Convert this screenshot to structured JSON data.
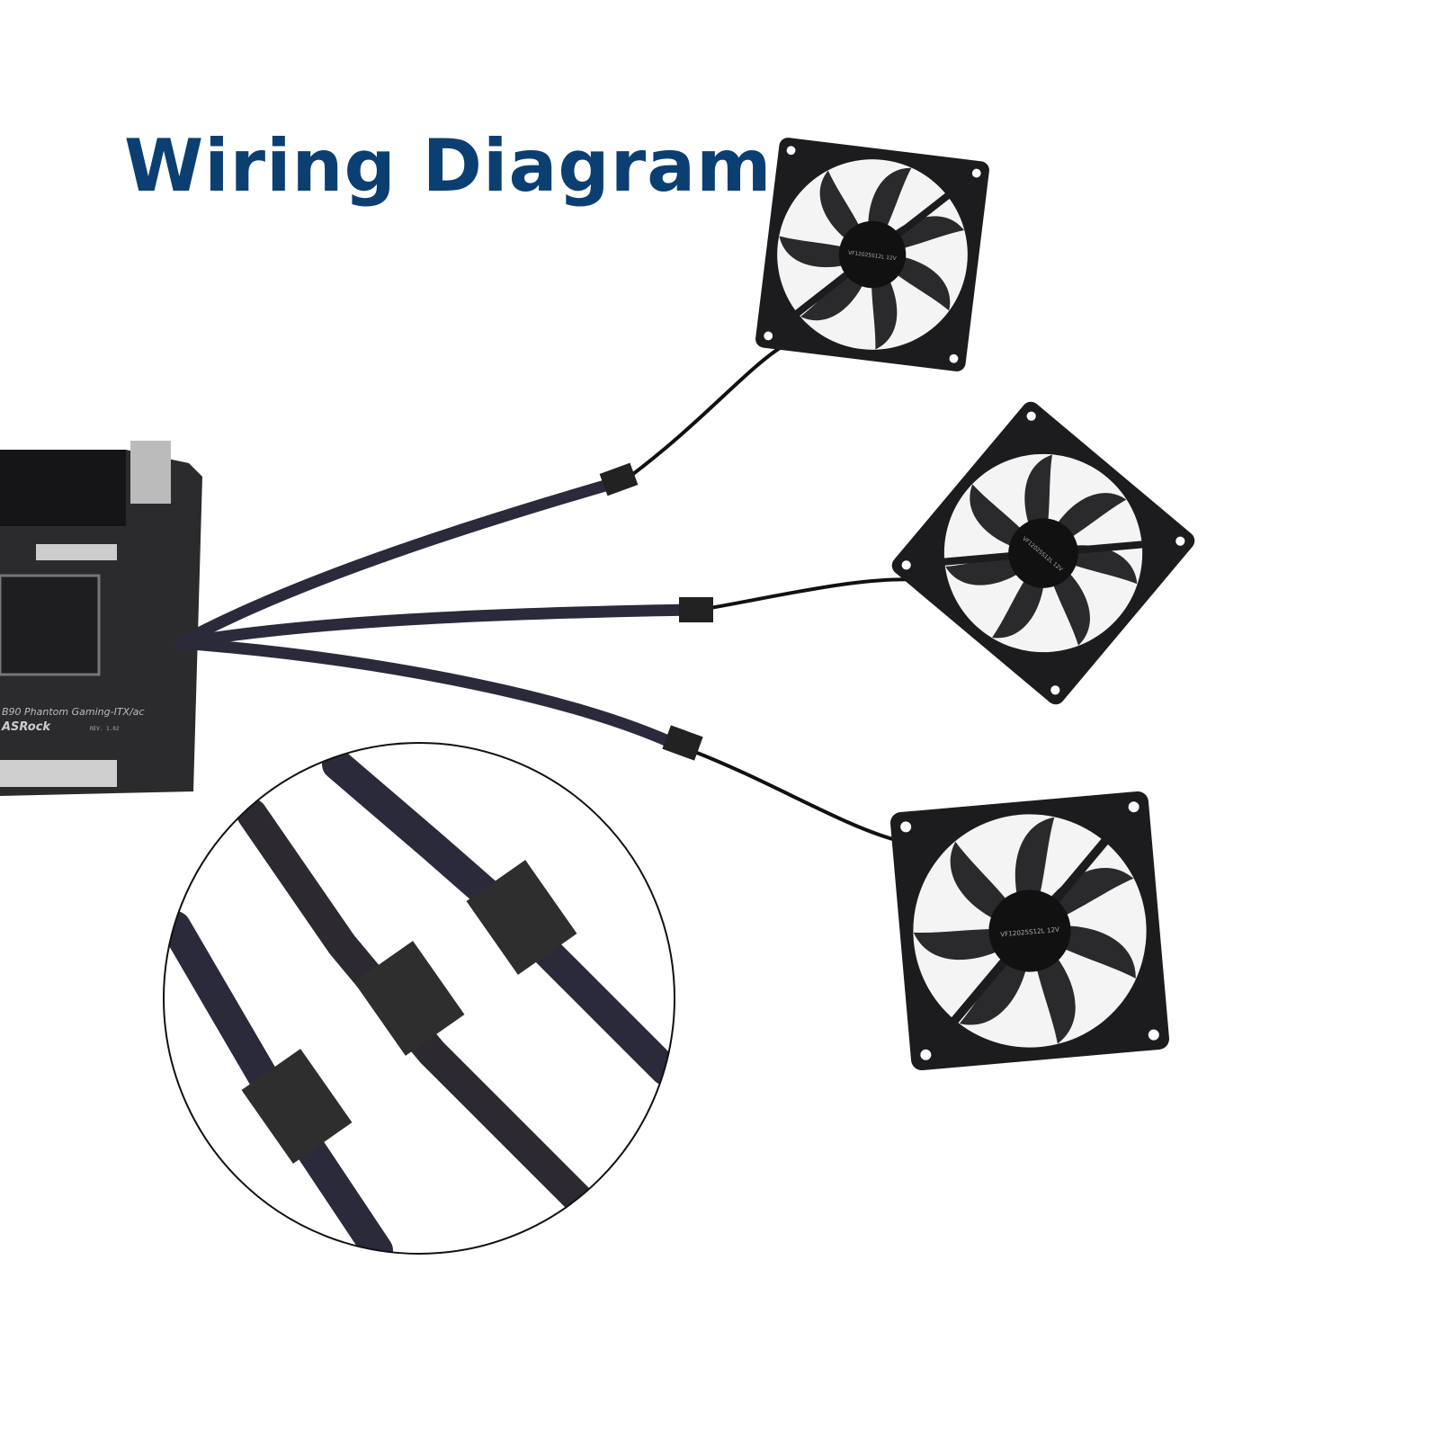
{
  "title": "Wiring Diagram",
  "colors": {
    "title": "#0b3f72",
    "fan": "#1c1c1e",
    "cable_sleeve": "#2a2a3a",
    "board": "#2b2b2e"
  },
  "motherboard": {
    "model_text": "B90 Phantom Gaming-ITX/ac",
    "brand_logo": "ASRock",
    "rev_text": "REV. 1.02"
  },
  "fans": [
    {
      "label": "VF12025S12L 12V"
    },
    {
      "label": "VF12025S12L 12V"
    },
    {
      "label": "VF12025S12L 12V"
    }
  ]
}
